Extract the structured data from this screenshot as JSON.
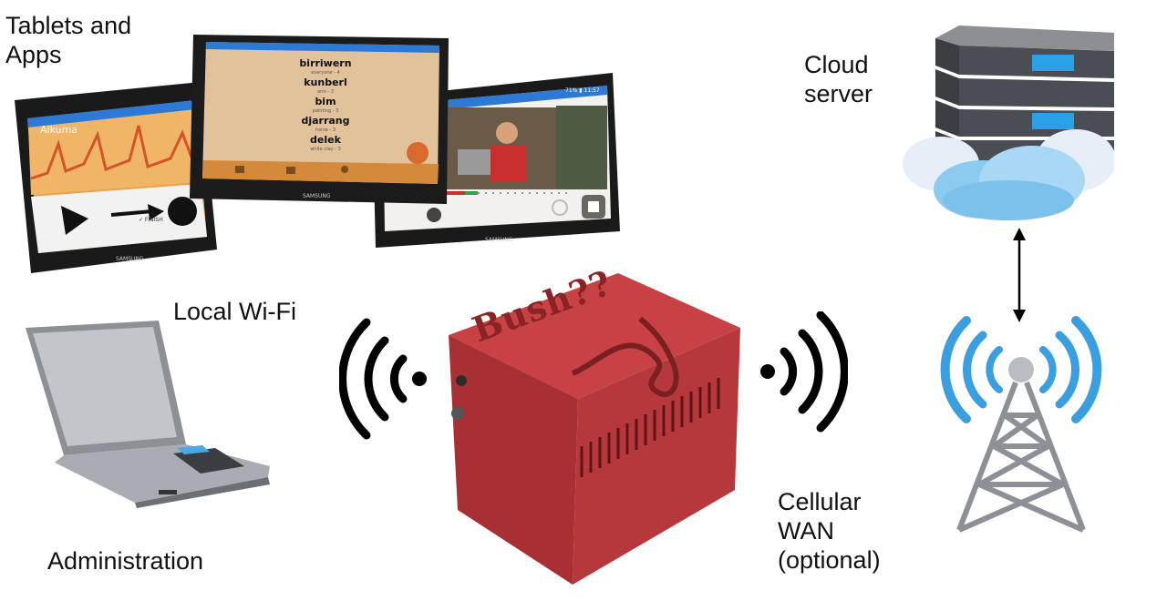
{
  "labels": {
    "tablets": "Tablets and\nApps",
    "cloud": "Cloud\nserver",
    "wifi": "Local Wi-Fi",
    "cellular": "Cellular\nWAN\n(optional)",
    "admin": "Administration"
  },
  "tablet_left": {
    "app_name": "Aikuma",
    "finish": "✓ FINISH",
    "brand": "SAMSUNG"
  },
  "tablet_center": {
    "brand": "SAMSUNG",
    "words": [
      {
        "word": "birriwern",
        "gloss": "everyone - 4"
      },
      {
        "word": "kunberl",
        "gloss": "arm - 3"
      },
      {
        "word": "bim",
        "gloss": "painting - 3"
      },
      {
        "word": "djarrang",
        "gloss": "horse - 3"
      },
      {
        "word": "delek",
        "gloss": "white clay - 3"
      }
    ]
  },
  "tablet_right": {
    "brand": "SAMSUNG",
    "status": "71% ▮ 11:57"
  },
  "device": {
    "logo": "Bush??"
  },
  "colors": {
    "device_red": "#b8363a",
    "signal_blue": "#3a9fe0",
    "tablet_tan": "#e2c29b",
    "status_blue": "#2d7ad6"
  }
}
